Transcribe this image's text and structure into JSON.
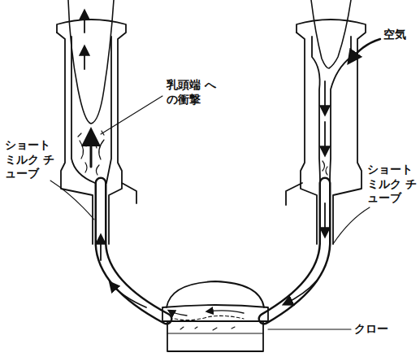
{
  "diagram": {
    "labels": [
      "乳頭端 への衝撃",
      "空気",
      "ショート ミルク チューブ",
      "ショート ミルク チューブ",
      "クロー"
    ]
  }
}
